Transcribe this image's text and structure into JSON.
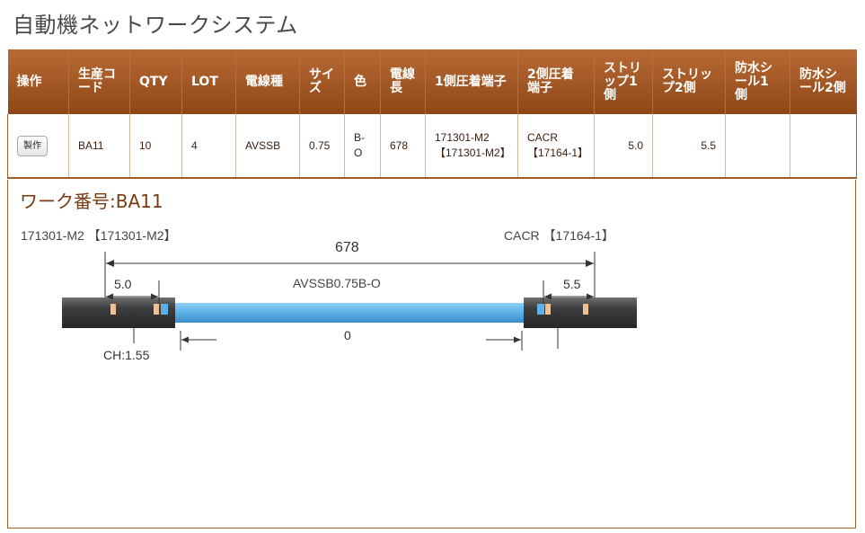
{
  "app": {
    "title": "自動機ネットワークシステム"
  },
  "table": {
    "headers": [
      "操作",
      "生産コード",
      "QTY",
      "LOT",
      "電線種",
      "サイズ",
      "色",
      "電線長",
      "1側圧着端子",
      "2側圧着端子",
      "ストリップ1側",
      "ストリップ2側",
      "防水シール1側",
      "防水シール2側"
    ],
    "rows": [
      {
        "action": "製作",
        "code": "BA11",
        "qty": "10",
        "lot": "4",
        "wire_type": "AVSSB",
        "size": "0.75",
        "color": "B-O",
        "length": "678",
        "term1": "171301-M2【171301-M2】",
        "term2": "CACR【17164-1】",
        "strip1": "5.0",
        "strip2": "5.5",
        "seal1": "",
        "seal2": ""
      }
    ]
  },
  "work": {
    "title": "ワーク番号:BA11",
    "left_terminal": "171301-M2 【171301-M2】",
    "right_terminal": "CACR 【17164-1】",
    "length": "678",
    "wire_label": "AVSSB0.75B-O",
    "strip_left": "5.0",
    "strip_right": "5.5",
    "center_value": "0",
    "crimp_height": "CH:1.55"
  },
  "colors": {
    "header_brown": "#9b5220",
    "wire_blue": "#5bb0e8",
    "border": "#a45b26"
  }
}
